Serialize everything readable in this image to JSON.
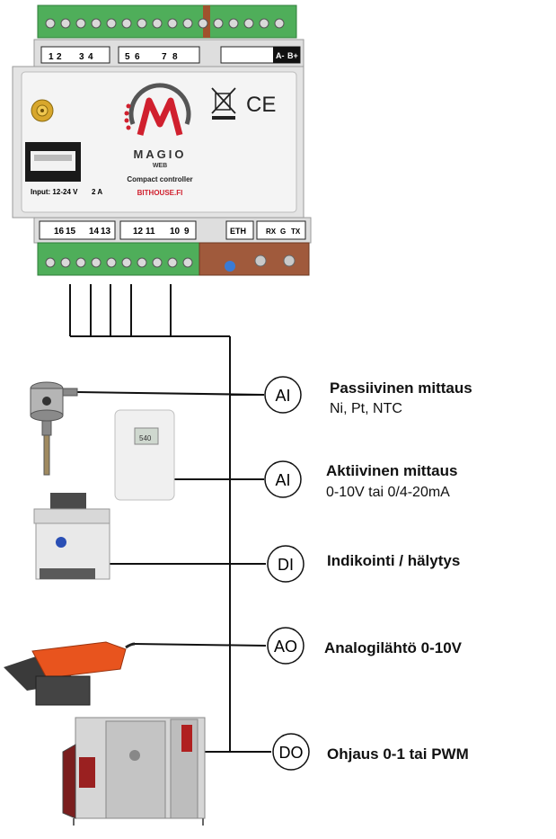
{
  "controller": {
    "brand": "MAGIO",
    "brand_sub": "WEB",
    "subtitle": "Compact controller",
    "website": "BITHOUSE.FI",
    "input_label": "Input: 12-24 V",
    "input_current": "2 A",
    "ce_mark": "CE",
    "top_terminals": [
      "1",
      "2",
      "3",
      "4",
      "5",
      "6",
      "7",
      "8"
    ],
    "top_right_terminals": [
      "A-",
      "B+"
    ],
    "bottom_terminals": [
      "16",
      "15",
      "14",
      "13",
      "12",
      "11",
      "10",
      "9"
    ],
    "eth_label": "ETH",
    "serial_labels": [
      "RX",
      "G",
      "TX"
    ]
  },
  "sensor_display": "540",
  "connections": [
    {
      "tag": "AI",
      "title": "Passiivinen mittaus",
      "subtitle": "Ni, Pt, NTC"
    },
    {
      "tag": "AI",
      "title": "Aktiivinen mittaus",
      "subtitle": "0-10V tai 0/4-20mA"
    },
    {
      "tag": "DI",
      "title": "Indikointi  / hälytys",
      "subtitle": ""
    },
    {
      "tag": "AO",
      "title": "Analogilähtö 0-10V",
      "subtitle": ""
    },
    {
      "tag": "DO",
      "title": "Ohjaus 0-1 tai PWM",
      "subtitle": ""
    }
  ],
  "colors": {
    "terminal_green": "#4fae5a",
    "terminal_dark": "#2f7d3a",
    "brand_red": "#d0202e",
    "actuator_orange": "#e8541e",
    "housing": "#e8e8e8",
    "line": "#111111"
  }
}
